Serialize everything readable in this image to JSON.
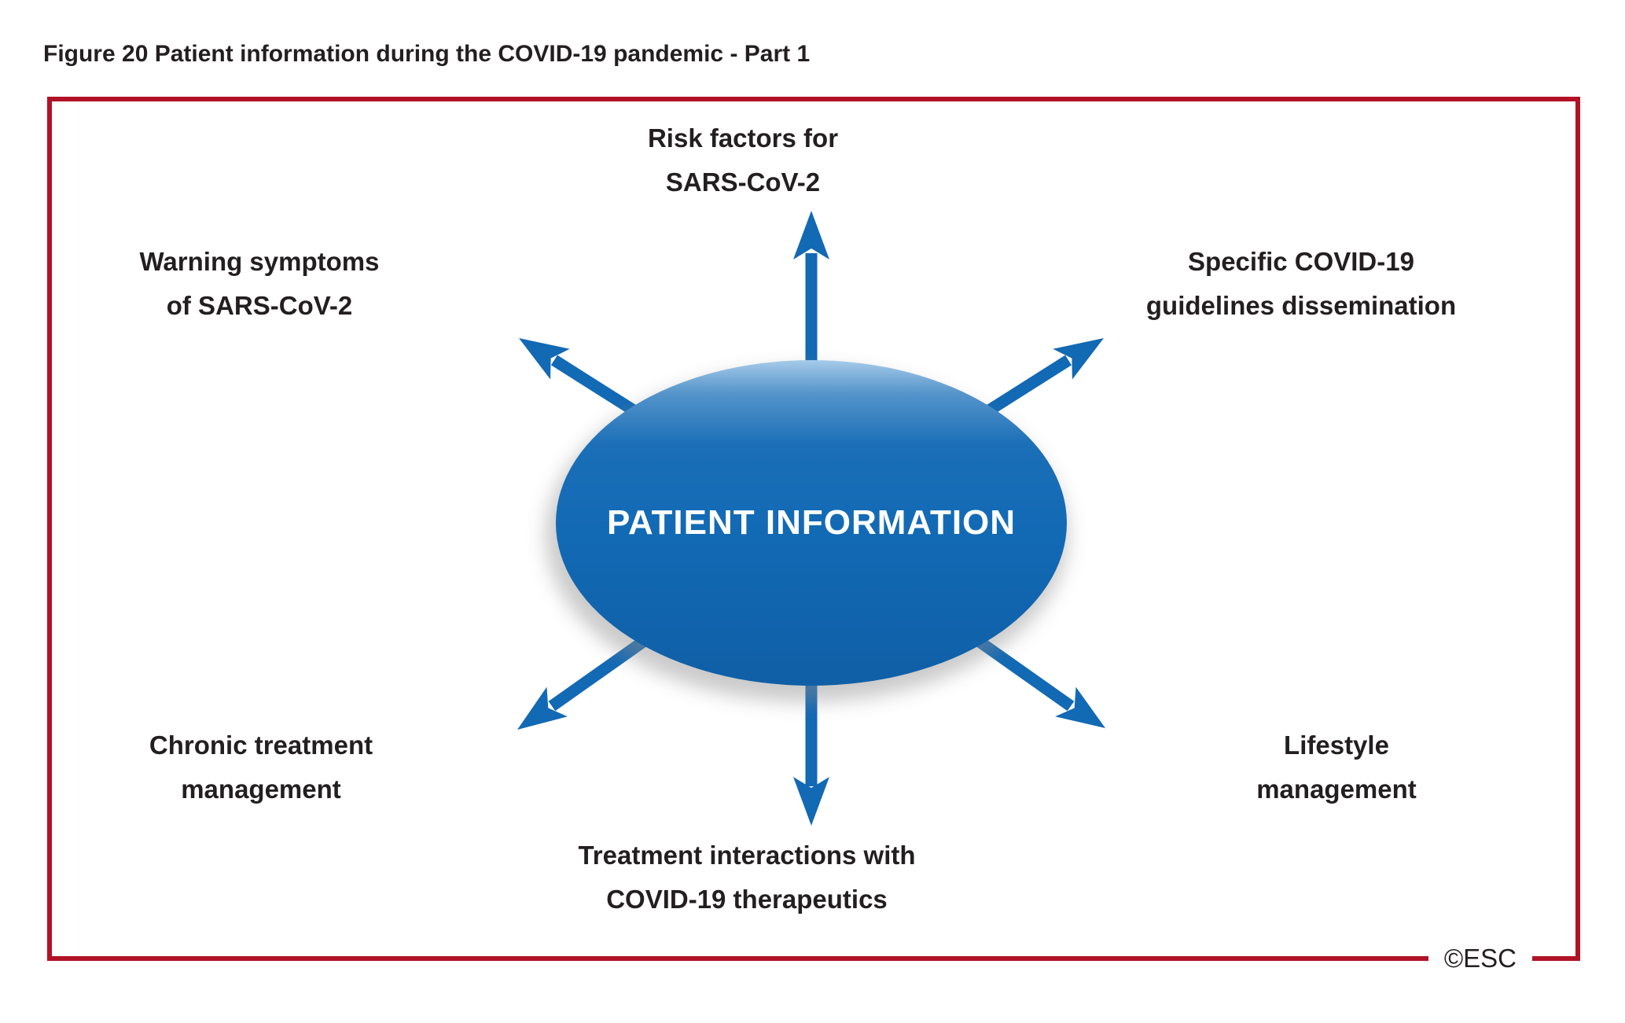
{
  "figure": {
    "title": "Figure 20 Patient information during the COVID-19 pandemic - Part 1",
    "credit": "©ESC"
  },
  "diagram": {
    "center": {
      "line1": "PATIENT",
      "line2": "INFORMATION"
    },
    "nodes": [
      {
        "id": "risk-factors",
        "position": "top",
        "line1": "Risk factors for",
        "line2": "SARS-CoV-2"
      },
      {
        "id": "warning-symptoms",
        "position": "top-left",
        "line1": "Warning symptoms",
        "line2": "of SARS-CoV-2"
      },
      {
        "id": "guidelines-dissemination",
        "position": "top-right",
        "line1": "Specific COVID-19",
        "line2": "guidelines dissemination"
      },
      {
        "id": "chronic-treatment",
        "position": "bottom-left",
        "line1": "Chronic treatment",
        "line2": "management"
      },
      {
        "id": "lifestyle-management",
        "position": "bottom-right",
        "line1": "Lifestyle",
        "line2": "management"
      },
      {
        "id": "treatment-interactions",
        "position": "bottom",
        "line1": "Treatment interactions with",
        "line2": "COVID-19 therapeutics"
      }
    ],
    "colors": {
      "blue": "#1269b4",
      "blue_highlight": "#9cc6e8",
      "border_red": "#b11226",
      "text": "#231f20",
      "center_text": "#ffffff"
    }
  }
}
